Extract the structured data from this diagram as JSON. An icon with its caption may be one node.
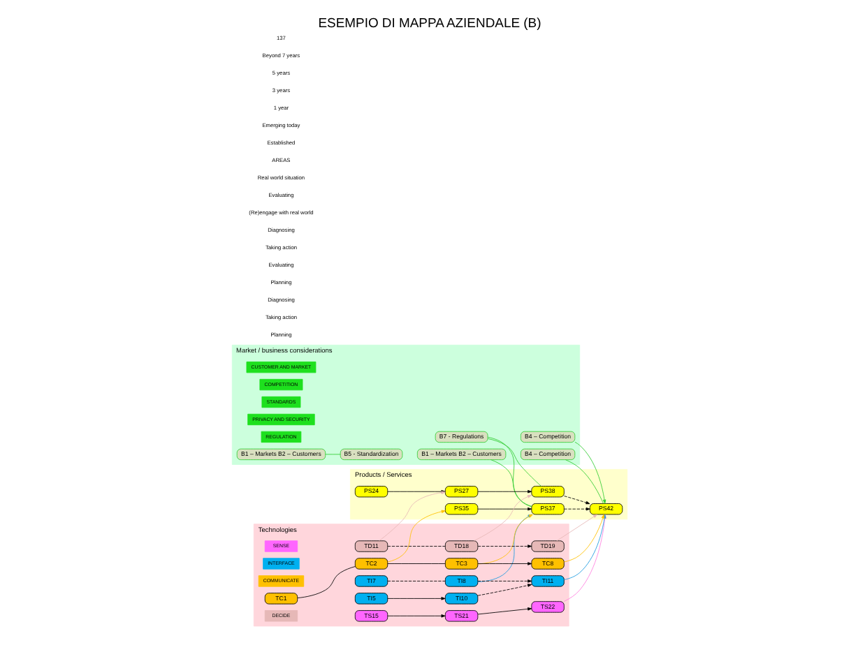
{
  "diagram": {
    "title": "ESEMPIO DI MAPPA AZIENDALE (B)",
    "nodes": [
      {
        "text": [
          "Market / business considerations"
        ]
      },
      {
        "text": [
          "Products / Services"
        ]
      },
      {
        "text": [
          "Technologies"
        ]
      },
      {
        "text": [
          "CUSTOMER AND MARKET"
        ],
        "in": 0
      },
      {
        "text": [
          "COMPETITION"
        ],
        "in": 0
      },
      {
        "text": [
          "STANDARDS"
        ],
        "in": 0
      },
      {
        "text": [
          "PRIVACY AND SECURITY"
        ],
        "in": 0
      },
      {
        "text": [
          "REGULATION"
        ],
        "in": 0
      },
      {
        "text": [
          "B1 – Markets B2 – Customers"
        ],
        "in": 0
      },
      {
        "text": [
          "B1 – Markets B2 – Customers"
        ],
        "in": 0
      },
      {
        "text": [
          "B4 – Competition"
        ],
        "in": 0
      },
      {
        "text": [
          "B4 – Competition"
        ],
        "in": 0
      },
      {
        "text": [
          "B5 - Standardization"
        ],
        "in": 0
      },
      {
        "text": [
          "B7 - Regulations"
        ],
        "in": 0
      },
      {
        "text": [
          "PS35"
        ],
        "in": 1
      },
      {
        "text": [
          "PS24"
        ],
        "in": 1
      },
      {
        "text": [
          "PS27"
        ],
        "in": 1
      },
      {
        "text": [
          "PS37"
        ],
        "in": 1
      },
      {
        "text": [
          "PS38"
        ],
        "in": 1
      },
      {
        "text": [
          "PS42"
        ],
        "in": 1
      },
      {
        "text": [
          "SENSE"
        ],
        "in": 2
      },
      {
        "text": [
          "TS15"
        ],
        "in": 2
      },
      {
        "text": [
          "TS21"
        ],
        "in": 2
      },
      {
        "text": [
          "TS22"
        ],
        "in": 2
      },
      {
        "text": [
          "INTERFACE"
        ],
        "in": 2
      },
      {
        "text": [
          "TI7"
        ],
        "in": 2
      },
      {
        "text": [
          "TI8"
        ],
        "in": 2
      },
      {
        "text": [
          "TI5"
        ],
        "in": 2
      },
      {
        "text": [
          "TI10"
        ],
        "in": 2
      },
      {
        "text": [
          "TI11"
        ],
        "in": 2
      },
      {
        "text": [
          "COMMUNICATE"
        ],
        "in": 2
      },
      {
        "text": [
          "TC1"
        ],
        "in": 2
      },
      {
        "text": [
          "TC2"
        ],
        "in": 2
      },
      {
        "text": [
          "TC3"
        ],
        "in": 2
      },
      {
        "text": [
          "TC8"
        ],
        "in": 2
      },
      {
        "text": [
          "DECIDE"
        ],
        "in": 2
      },
      {
        "text": [
          "TD11"
        ],
        "in": 2
      },
      {
        "text": [
          "TD18"
        ],
        "in": 2
      },
      {
        "text": [
          "TD19"
        ],
        "in": 2
      }
    ],
    "edges": [
      {
        "from": 8,
        "to": 12,
        "arrow": "none",
        "color": "#33cc33"
      },
      {
        "from": 10,
        "to": 19,
        "arrow": "to",
        "color": "#33cc33"
      },
      {
        "from": 9,
        "to": 17,
        "arrow": "none",
        "color": "#33cc33"
      },
      {
        "from": 11,
        "to": 19,
        "arrow": "none",
        "color": "#33cc33"
      },
      {
        "from": 13,
        "to": 17,
        "arrow": "none",
        "color": "#33cc33"
      },
      {
        "from": 13,
        "to": 18,
        "arrow": "none",
        "color": "#33cc33"
      },
      {
        "from": 14,
        "to": 17,
        "arrow": "to"
      },
      {
        "from": 15,
        "to": 16,
        "arrow": "to"
      },
      {
        "from": 16,
        "to": 18,
        "arrow": "to"
      },
      {
        "from": 17,
        "to": 19,
        "arrow": "to",
        "style": "dashed"
      },
      {
        "from": 18,
        "to": 19,
        "arrow": "to",
        "style": "dashed"
      },
      {
        "from": 21,
        "to": 22,
        "arrow": "to"
      },
      {
        "from": 22,
        "to": 23,
        "arrow": "to"
      },
      {
        "from": 25,
        "to": 26,
        "arrow": "none",
        "style": "dashed"
      },
      {
        "from": 26,
        "to": 29,
        "arrow": "to",
        "style": "dashed"
      },
      {
        "from": 27,
        "to": 28,
        "arrow": "to"
      },
      {
        "from": 28,
        "to": 29,
        "arrow": "to",
        "style": "dashed"
      },
      {
        "from": 31,
        "to": 32,
        "arrow": "none"
      },
      {
        "from": 32,
        "to": 33,
        "arrow": "none"
      },
      {
        "from": 33,
        "to": 34,
        "arrow": "to"
      },
      {
        "from": 36,
        "to": 37,
        "arrow": "none",
        "style": "dashed"
      },
      {
        "from": 37,
        "to": 38,
        "arrow": "to",
        "style": "dashed"
      },
      {
        "from": 32,
        "to": 14,
        "arrow": "to",
        "color": "#ffc000"
      },
      {
        "from": 36,
        "to": 16,
        "arrow": "to",
        "color": "#e6b8b7"
      },
      {
        "from": 33,
        "to": 17,
        "arrow": "to",
        "color": "#ffc000"
      },
      {
        "from": 26,
        "to": 17,
        "arrow": "to",
        "color": "#1e9be0"
      },
      {
        "from": 37,
        "to": 18,
        "arrow": "to",
        "color": "#e6b8b7"
      },
      {
        "from": 23,
        "to": 19,
        "arrow": "to",
        "color": "#ff80e0"
      },
      {
        "from": 34,
        "to": 19,
        "arrow": "to",
        "color": "#ffc000"
      },
      {
        "from": 29,
        "to": 19,
        "arrow": "to",
        "color": "#1e9be0"
      },
      {
        "from": 38,
        "to": 19,
        "arrow": "to",
        "color": "#e6b8b7"
      }
    ],
    "labels": [
      "Planning",
      "Taking action",
      "Diagnosing",
      "Planning",
      "Evaluating",
      "Taking action",
      "Diagnosing",
      "(Re)engage with real world",
      "Evaluating",
      "Real world situation",
      "AREAS",
      "Established",
      "Emerging today",
      "1 year",
      "3 years",
      "5 years",
      "Beyond 7 years",
      "137"
    ]
  }
}
